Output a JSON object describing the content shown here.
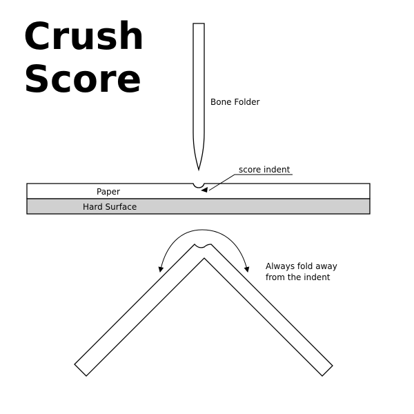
{
  "title": {
    "line1": "Crush",
    "line2": "Score"
  },
  "labels": {
    "bone_folder": "Bone Folder",
    "score_indent": "score indent",
    "paper": "Paper",
    "hard_surface": "Hard Surface",
    "fold_note_line1": "Always fold away",
    "fold_note_line2": "from the indent"
  },
  "colors": {
    "line": "#000000",
    "paper_fill": "#ffffff",
    "hard_surface_fill": "#d0d0d0"
  }
}
